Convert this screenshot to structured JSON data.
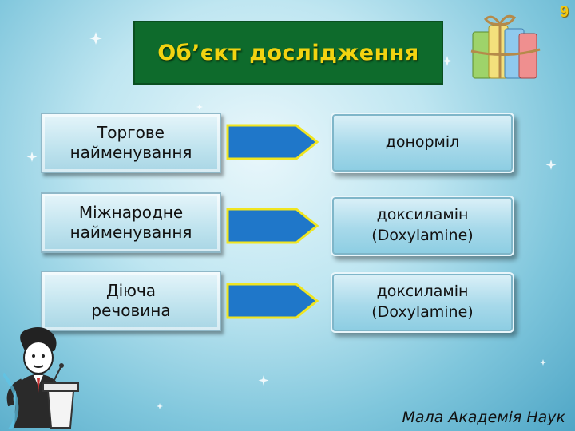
{
  "slide": {
    "number": "9"
  },
  "title": "Об’єкт дослідження",
  "rows": [
    {
      "label": "Торгове\nнайменування",
      "value": "донорміл"
    },
    {
      "label": "Міжнародне\nнайменування",
      "value": "доксиламін\n(Doxylamine)"
    },
    {
      "label": "Діюча\nречовина",
      "value": "доксиламін\n(Doxylamine)"
    }
  ],
  "footer": "Мала Академія Наук",
  "colors": {
    "title_bg": "#0e6b2c",
    "title_text": "#f2d311",
    "arrow_fill": "#1f77c9",
    "slide_number": "#f2c811"
  },
  "icons": {
    "books": "books-icon",
    "teacher": "lecturer-at-podium-icon"
  }
}
